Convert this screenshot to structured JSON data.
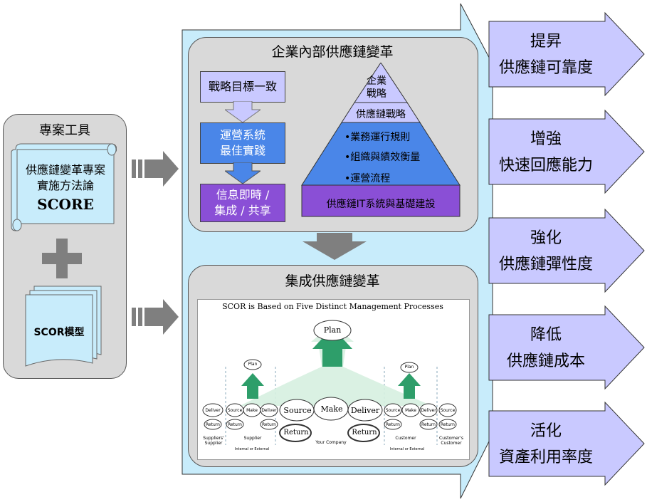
{
  "left_panel": {
    "title": "專案工具",
    "scroll_line1": "供應鏈變革專案",
    "scroll_line2": "實施方法論",
    "scroll_line3": "SCORE",
    "doc_label": "SCOR模型"
  },
  "top_panel": {
    "title": "企業內部供應鏈變革",
    "boxes": [
      "戰略目標一致",
      "運營系統\n最佳實踐",
      "信息即時 /\n集成 / 共享"
    ],
    "pyramid": {
      "top": "企業\n戰略",
      "level2": "供應鏈戰略",
      "bullets": [
        "•業務運行規則",
        "•組織與績效衡量",
        "•運營流程"
      ],
      "base": "供應鏈IT系統與基礎建設"
    }
  },
  "bottom_panel": {
    "title": "集成供應鏈變革",
    "scor_title": "SCOR is Based on Five Distinct Management Processes",
    "plan": "Plan",
    "center": {
      "source": "Source",
      "make": "Make",
      "deliver": "Deliver",
      "return": "Return"
    },
    "small": {
      "deliver": "Deliver",
      "source": "Source",
      "make": "Make",
      "return": "Return",
      "plan": "Plan"
    },
    "labels": {
      "suppliers_supplier": "Suppliers'\nSupplier",
      "supplier": "Supplier",
      "internal_external": "Internal or External",
      "your_company": "Your Company",
      "customer": "Customer",
      "customers_customer": "Customer's\nCustomer"
    }
  },
  "benefits": [
    {
      "line1": "提昇",
      "line2": "供應鏈可靠度"
    },
    {
      "line1": "增強",
      "line2": "快速回應能力"
    },
    {
      "line1": "強化",
      "line2": "供應鏈彈性度"
    },
    {
      "line1": "降低",
      "line2": "供應鏈成本"
    },
    {
      "line1": "活化",
      "line2": "資產利用率度"
    }
  ],
  "colors": {
    "panel_gray": "#d9d9d9",
    "light_blue": "#c8ecfb",
    "lavender": "#c9c9ff",
    "blue": "#4a86e8",
    "purple": "#8a4fd6",
    "arrow_gray": "#7f7f7f",
    "green_arrow": "#2e9e6a"
  }
}
